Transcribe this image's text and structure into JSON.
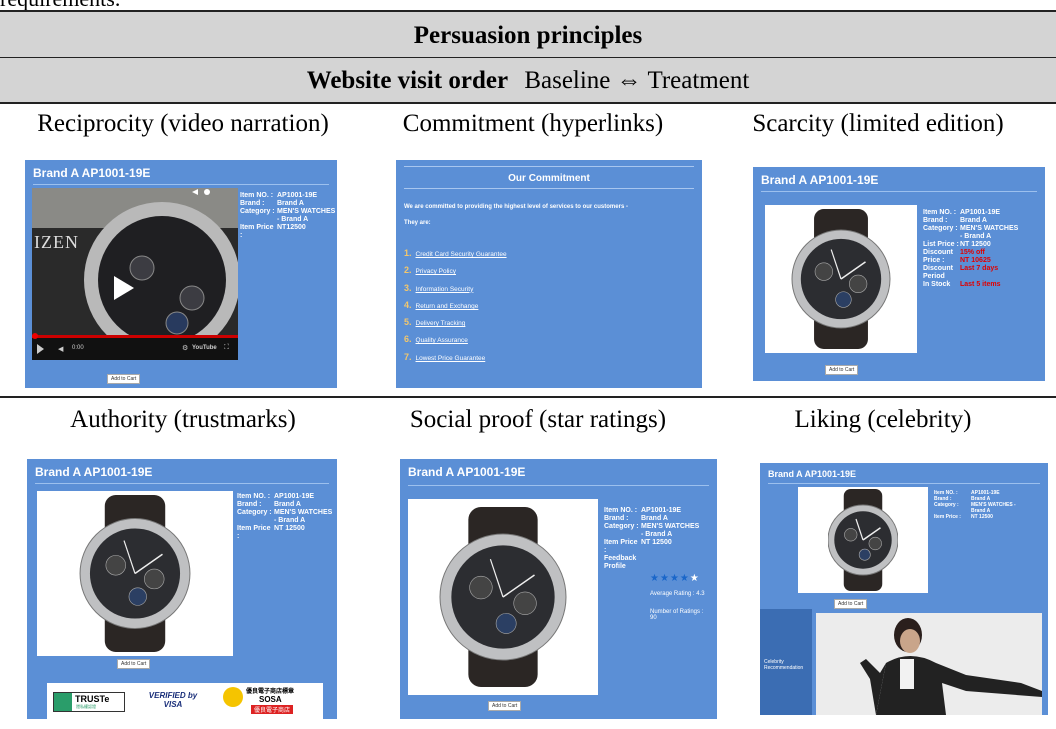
{
  "top_fragment": "requirements.",
  "header": {
    "title": "Persuasion principles",
    "visit_order_label": "Website visit order",
    "visit_order_value": "Baseline ⇔ Treatment"
  },
  "panels": {
    "reciprocity": {
      "caption": "Reciprocity (video narration)",
      "title": "Brand A AP1001-19E",
      "video_text": "IZEN",
      "video_time": "0:00",
      "info": [
        {
          "k": "Item NO. :",
          "v": "AP1001-19E"
        },
        {
          "k": "Brand :",
          "v": "Brand A"
        },
        {
          "k": "Category :",
          "v": "MEN'S WATCHES - Brand A"
        },
        {
          "k": "Item Price :",
          "v": "NT12500"
        }
      ],
      "cart": "Add to Cart"
    },
    "commitment": {
      "caption": "Commitment (hyperlinks)",
      "title": "Our Commitment",
      "intro": "We are committed to providing the highest level of services to our customers -",
      "they_are": "They are:",
      "items": [
        {
          "n": "1.",
          "t": "Credit Card Security Guarantee"
        },
        {
          "n": "2.",
          "t": "Privacy Policy"
        },
        {
          "n": "3.",
          "t": "Information Security"
        },
        {
          "n": "4.",
          "t": "Return and Exchange"
        },
        {
          "n": "5.",
          "t": "Delivery Tracking"
        },
        {
          "n": "6.",
          "t": "Quality Assurance"
        },
        {
          "n": "7.",
          "t": "Lowest Price Guarantee"
        }
      ]
    },
    "scarcity": {
      "caption": "Scarcity (limited edition)",
      "title": "Brand A AP1001-19E",
      "info": [
        {
          "k": "Item NO. :",
          "v": "AP1001-19E",
          "red": false
        },
        {
          "k": "Brand :",
          "v": "Brand A",
          "red": false
        },
        {
          "k": "Category :",
          "v": "MEN'S WATCHES - Brand A",
          "red": false
        },
        {
          "k": "List Price :",
          "v": "NT 12500",
          "red": false
        },
        {
          "k": "Discount",
          "v": "15% off",
          "red": true
        },
        {
          "k": "Price :",
          "v": "NT 10625",
          "red": true
        },
        {
          "k": "Discount Period",
          "v": "Last 7 days",
          "red": true
        },
        {
          "k": "In Stock",
          "v": "Last 5 items",
          "red": true
        }
      ],
      "cart": "Add to Cart"
    },
    "authority": {
      "caption": "Authority (trustmarks)",
      "title": "Brand A AP1001-19E",
      "info": [
        {
          "k": "Item NO. :",
          "v": "AP1001-19E"
        },
        {
          "k": "Brand :",
          "v": "Brand A"
        },
        {
          "k": "Category :",
          "v": "MEN'S WATCHES - Brand A"
        },
        {
          "k": "Item Price :",
          "v": "NT 12500"
        }
      ],
      "cart": "Add to Cart",
      "badges": {
        "truste": "TRUSTe",
        "truste_sub": "隱私權認證",
        "visa": "VERIFIED by VISA",
        "sosa_top": "優良電子商店標章",
        "sosa_mid": "SOSA",
        "sosa_bot": "優良電子商店"
      }
    },
    "social": {
      "caption": "Social proof (star ratings)",
      "title": "Brand A AP1001-19E",
      "info": [
        {
          "k": "Item NO. :",
          "v": "AP1001-19E"
        },
        {
          "k": "Brand :",
          "v": "Brand A"
        },
        {
          "k": "Category :",
          "v": "MEN'S WATCHES - Brand A"
        },
        {
          "k": "Item Price :",
          "v": "NT 12500"
        },
        {
          "k": "Feedback Profile",
          "v": ""
        }
      ],
      "rating_text": "Average Rating : 4.3",
      "ratings_count": "Number of Ratings : 90",
      "stars_filled": 4,
      "stars_total": 5,
      "cart": "Add to Cart"
    },
    "liking": {
      "caption": "Liking (celebrity)",
      "title": "Brand A AP1001-19E",
      "info": [
        {
          "k": "Item NO. :",
          "v": "AP1001-19E"
        },
        {
          "k": "Brand :",
          "v": "Brand A"
        },
        {
          "k": "Category :",
          "v": "MEN'S WATCHES - Brand A"
        },
        {
          "k": "Item Price :",
          "v": "NT 12500"
        }
      ],
      "cart": "Add to Cart",
      "celebrity_label": "Celebrity Recommendation"
    }
  }
}
